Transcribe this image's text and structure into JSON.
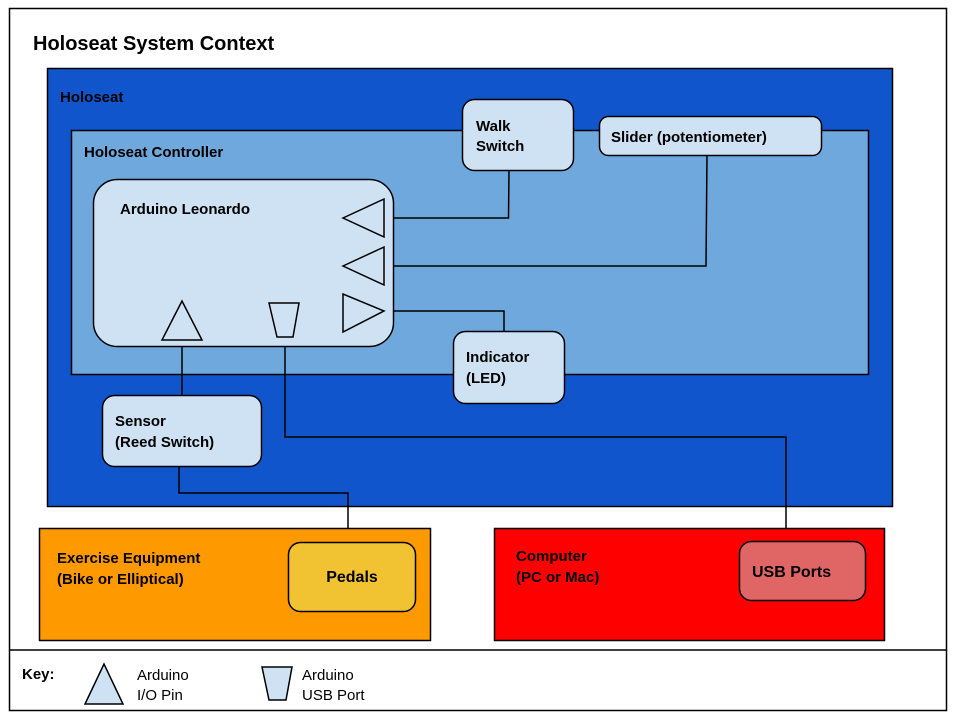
{
  "title": "Holoseat System Context",
  "colors": {
    "holoseat": "#1155cc",
    "controller": "#6fa8dc",
    "component": "#cfe2f3",
    "exercise": "#ff9900",
    "pedals": "#f1c232",
    "computer": "#ff0000",
    "usb_ports": "#e06666",
    "stroke": "#000000"
  },
  "containers": {
    "holoseat": {
      "label": "Holoseat"
    },
    "controller": {
      "label": "Holoseat Controller"
    },
    "exercise": {
      "line1": "Exercise Equipment",
      "line2": "(Bike or Elliptical)"
    },
    "computer": {
      "line1": "Computer",
      "line2": "(PC or Mac)"
    }
  },
  "components": {
    "arduino": {
      "label": "Arduino Leonardo"
    },
    "walk_switch": {
      "line1": "Walk",
      "line2": "Switch"
    },
    "slider": {
      "label": "Slider (potentiometer)"
    },
    "indicator": {
      "line1": "Indicator",
      "line2": "(LED)"
    },
    "sensor": {
      "line1": "Sensor",
      "line2": "(Reed Switch)"
    },
    "pedals": {
      "label": "Pedals"
    },
    "usb_ports": {
      "label": "USB Ports"
    }
  },
  "connections": [
    {
      "from": "walk_switch",
      "to": "arduino-io-pin-1",
      "direction": "input"
    },
    {
      "from": "slider",
      "to": "arduino-io-pin-2",
      "direction": "input"
    },
    {
      "from": "arduino-io-pin-3",
      "to": "indicator",
      "direction": "output"
    },
    {
      "from": "sensor",
      "to": "arduino-io-pin-bottom",
      "direction": "input"
    },
    {
      "from": "pedals",
      "to": "sensor",
      "direction": "mechanical"
    },
    {
      "from": "arduino-usb-port",
      "to": "usb_ports",
      "direction": "usb"
    }
  ],
  "key": {
    "label": "Key:",
    "io_pin": {
      "line1": "Arduino",
      "line2": "I/O Pin",
      "icon": "triangle-icon"
    },
    "usb_port": {
      "line1": "Arduino",
      "line2": "USB Port",
      "icon": "trapezoid-icon"
    }
  }
}
